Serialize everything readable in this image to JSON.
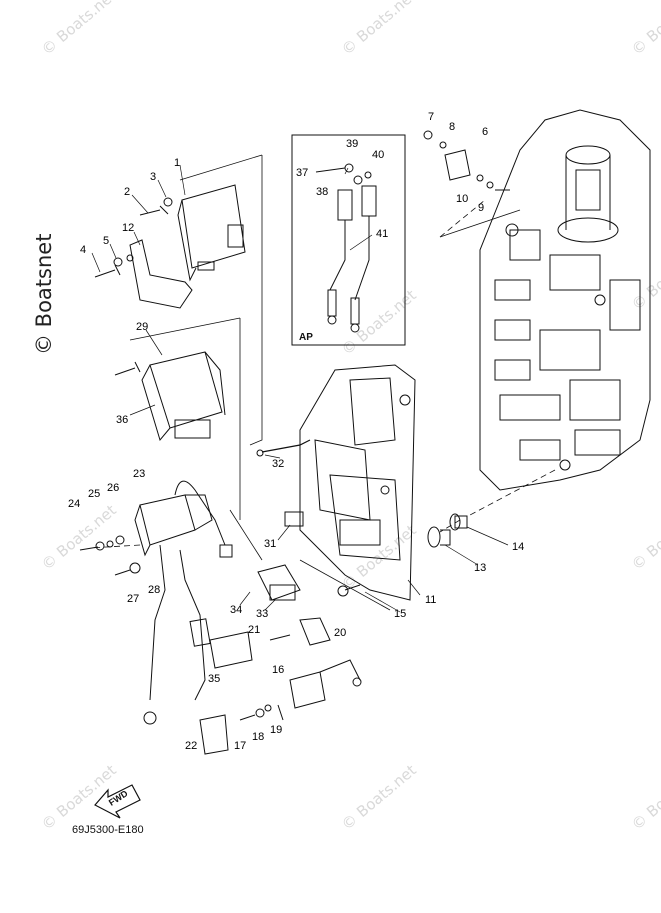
{
  "watermark": {
    "text": "© Boats.net",
    "main_text": "© Boatsnet"
  },
  "diagram_code": "69J5300-E180",
  "inset_label": "AP",
  "fwd_label": "FWD",
  "callouts": [
    {
      "id": "c1",
      "text": "1"
    },
    {
      "id": "c2",
      "text": "2"
    },
    {
      "id": "c3",
      "text": "3"
    },
    {
      "id": "c4",
      "text": "4"
    },
    {
      "id": "c5",
      "text": "5"
    },
    {
      "id": "c6",
      "text": "6"
    },
    {
      "id": "c7",
      "text": "7"
    },
    {
      "id": "c8",
      "text": "8"
    },
    {
      "id": "c9",
      "text": "9"
    },
    {
      "id": "c10",
      "text": "10"
    },
    {
      "id": "c11",
      "text": "11"
    },
    {
      "id": "c12",
      "text": "12"
    },
    {
      "id": "c13",
      "text": "13"
    },
    {
      "id": "c14",
      "text": "14"
    },
    {
      "id": "c15",
      "text": "15"
    },
    {
      "id": "c16",
      "text": "16"
    },
    {
      "id": "c17",
      "text": "17"
    },
    {
      "id": "c18",
      "text": "18"
    },
    {
      "id": "c19",
      "text": "19"
    },
    {
      "id": "c20",
      "text": "20"
    },
    {
      "id": "c21",
      "text": "21"
    },
    {
      "id": "c22",
      "text": "22"
    },
    {
      "id": "c23",
      "text": "23"
    },
    {
      "id": "c24",
      "text": "24"
    },
    {
      "id": "c25",
      "text": "25"
    },
    {
      "id": "c26",
      "text": "26"
    },
    {
      "id": "c27",
      "text": "27"
    },
    {
      "id": "c28",
      "text": "28"
    },
    {
      "id": "c29",
      "text": "29"
    },
    {
      "id": "c31",
      "text": "31"
    },
    {
      "id": "c32",
      "text": "32"
    },
    {
      "id": "c33",
      "text": "33"
    },
    {
      "id": "c34",
      "text": "34"
    },
    {
      "id": "c35",
      "text": "35"
    },
    {
      "id": "c36",
      "text": "36"
    },
    {
      "id": "c37",
      "text": "37"
    },
    {
      "id": "c38",
      "text": "38"
    },
    {
      "id": "c39",
      "text": "39"
    },
    {
      "id": "c40",
      "text": "40"
    },
    {
      "id": "c41",
      "text": "41"
    }
  ]
}
